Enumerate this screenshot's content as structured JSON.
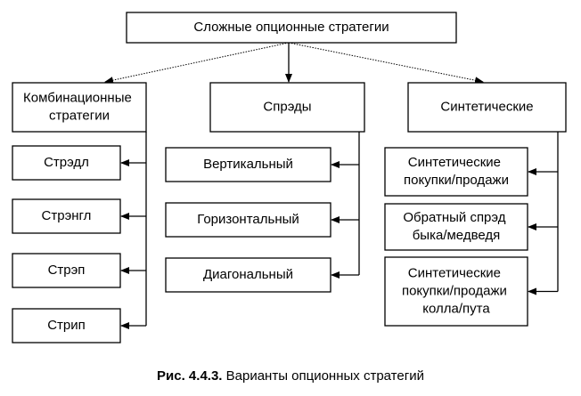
{
  "diagram": {
    "root": {
      "label": "Сложные опционные стратегии"
    },
    "categories": [
      {
        "label_lines": [
          "Комбинационные",
          "стратегии"
        ],
        "items": [
          {
            "lines": [
              "Стрэдл"
            ]
          },
          {
            "lines": [
              "Стрэнгл"
            ]
          },
          {
            "lines": [
              "Стрэп"
            ]
          },
          {
            "lines": [
              "Стрип"
            ]
          }
        ]
      },
      {
        "label_lines": [
          "Спрэды"
        ],
        "items": [
          {
            "lines": [
              "Вертикальный"
            ]
          },
          {
            "lines": [
              "Горизонтальный"
            ]
          },
          {
            "lines": [
              "Диагональный"
            ]
          }
        ]
      },
      {
        "label_lines": [
          "Синтетические"
        ],
        "items": [
          {
            "lines": [
              "Синтетические",
              "покупки/продажи"
            ]
          },
          {
            "lines": [
              "Обратный спрэд",
              "быка/медведя"
            ]
          },
          {
            "lines": [
              "Синтетические",
              "покупки/продажи",
              "колла/пута"
            ]
          }
        ]
      }
    ]
  },
  "caption": {
    "figure_number": "Рис. 4.4.3.",
    "text": "Варианты опционных стратегий"
  }
}
